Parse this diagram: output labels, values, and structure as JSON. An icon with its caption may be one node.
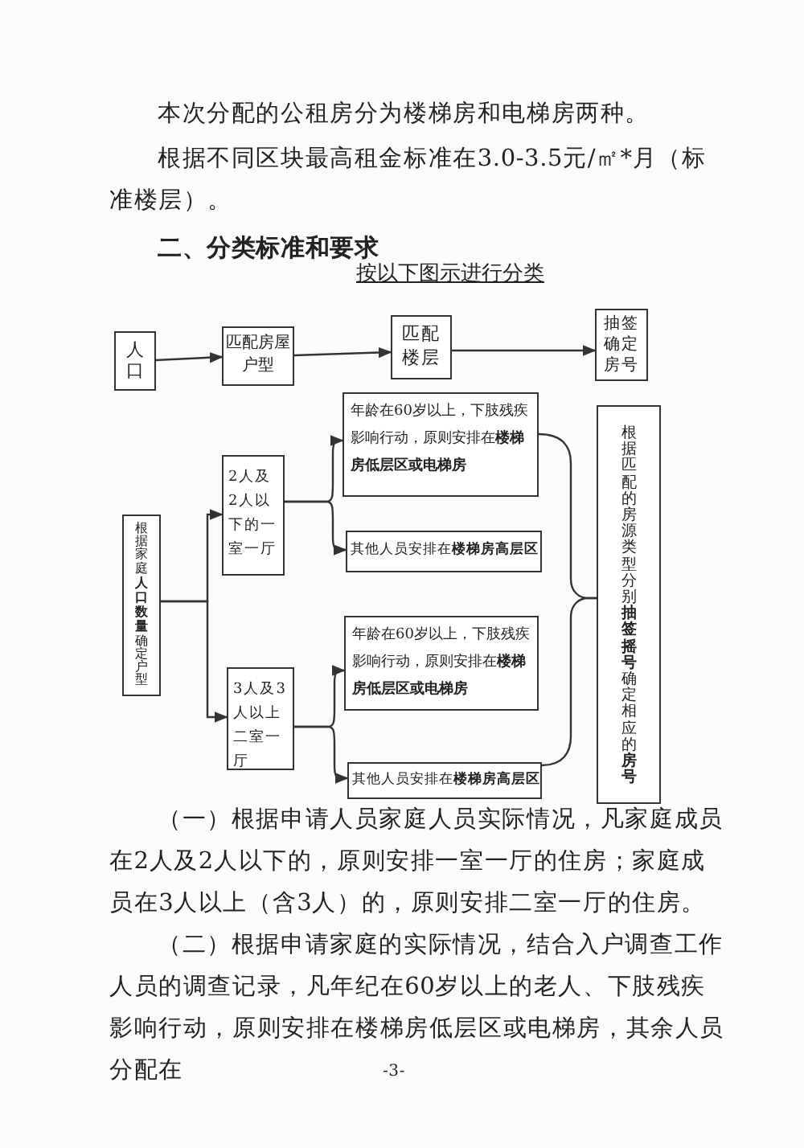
{
  "diagram": {
    "title": "按以下图示进行分类",
    "nodes": [
      {
        "text": [
          "人口"
        ]
      },
      {
        "text": [
          "匹配房屋户型"
        ]
      },
      {
        "text": [
          "匹配楼层"
        ]
      },
      {
        "text": [
          "抽签确定房号"
        ]
      },
      {
        "text": [
          "根据家庭**人口数量**确定户型"
        ]
      },
      {
        "text": [
          "2人及2人以下的一室一厅"
        ]
      },
      {
        "text": [
          "年龄在60岁以上，下肢残疾影响行动，原则安排在**楼梯房低层区或电梯房**"
        ]
      },
      {
        "text": [
          "其他人员安排在**楼梯房高层区**"
        ]
      },
      {
        "text": [
          "3人及3人以上二室一厅"
        ]
      },
      {
        "text": [
          "年龄在60岁以上，下肢残疾影响行动，原则安排在**楼梯房低层区或电梯房**"
        ]
      },
      {
        "text": [
          "其他人员安排在**楼梯房高层区**"
        ]
      },
      {
        "text": [
          "根据匹配的房源类型分别**抽签摇号**确定相应的**房号**"
        ]
      }
    ],
    "edges": [
      {
        "from": 0,
        "to": 1,
        "arrow": "to"
      },
      {
        "from": 1,
        "to": 2,
        "arrow": "to"
      },
      {
        "from": 2,
        "to": 3,
        "arrow": "to"
      },
      {
        "from": 4,
        "to": 5,
        "arrow": "to"
      },
      {
        "from": 4,
        "to": 8,
        "arrow": "to"
      },
      {
        "from": 5,
        "to": 6,
        "arrow": "to"
      },
      {
        "from": 5,
        "to": 7,
        "arrow": "to"
      },
      {
        "from": 8,
        "to": 9,
        "arrow": "to"
      },
      {
        "from": 8,
        "to": 10,
        "arrow": "to"
      },
      {
        "from": 6,
        "to": 11,
        "arrow": "none"
      },
      {
        "from": 10,
        "to": 11,
        "arrow": "none"
      }
    ],
    "labels": [
      "本次分配的公租房分为楼梯房和电梯房两种。",
      "根据不同区块最高租金标准在3.0-3.5元/㎡*月（标准楼层）。",
      "二、分类标准和要求",
      "（一）根据申请人员家庭人员实际情况，凡家庭成员在2人及2人以下的，原则安排一室一厅的住房；家庭成员在3人以上（含3人）的，原则安排二室一厅的住房。",
      "（二）根据申请家庭的实际情况，结合入户调查工作人员的调查记录，凡年纪在60岁以上的老人、下肢残疾影响行动，原则安排在楼梯房低层区或电梯房，其余人员分配在",
      "-3-"
    ]
  }
}
